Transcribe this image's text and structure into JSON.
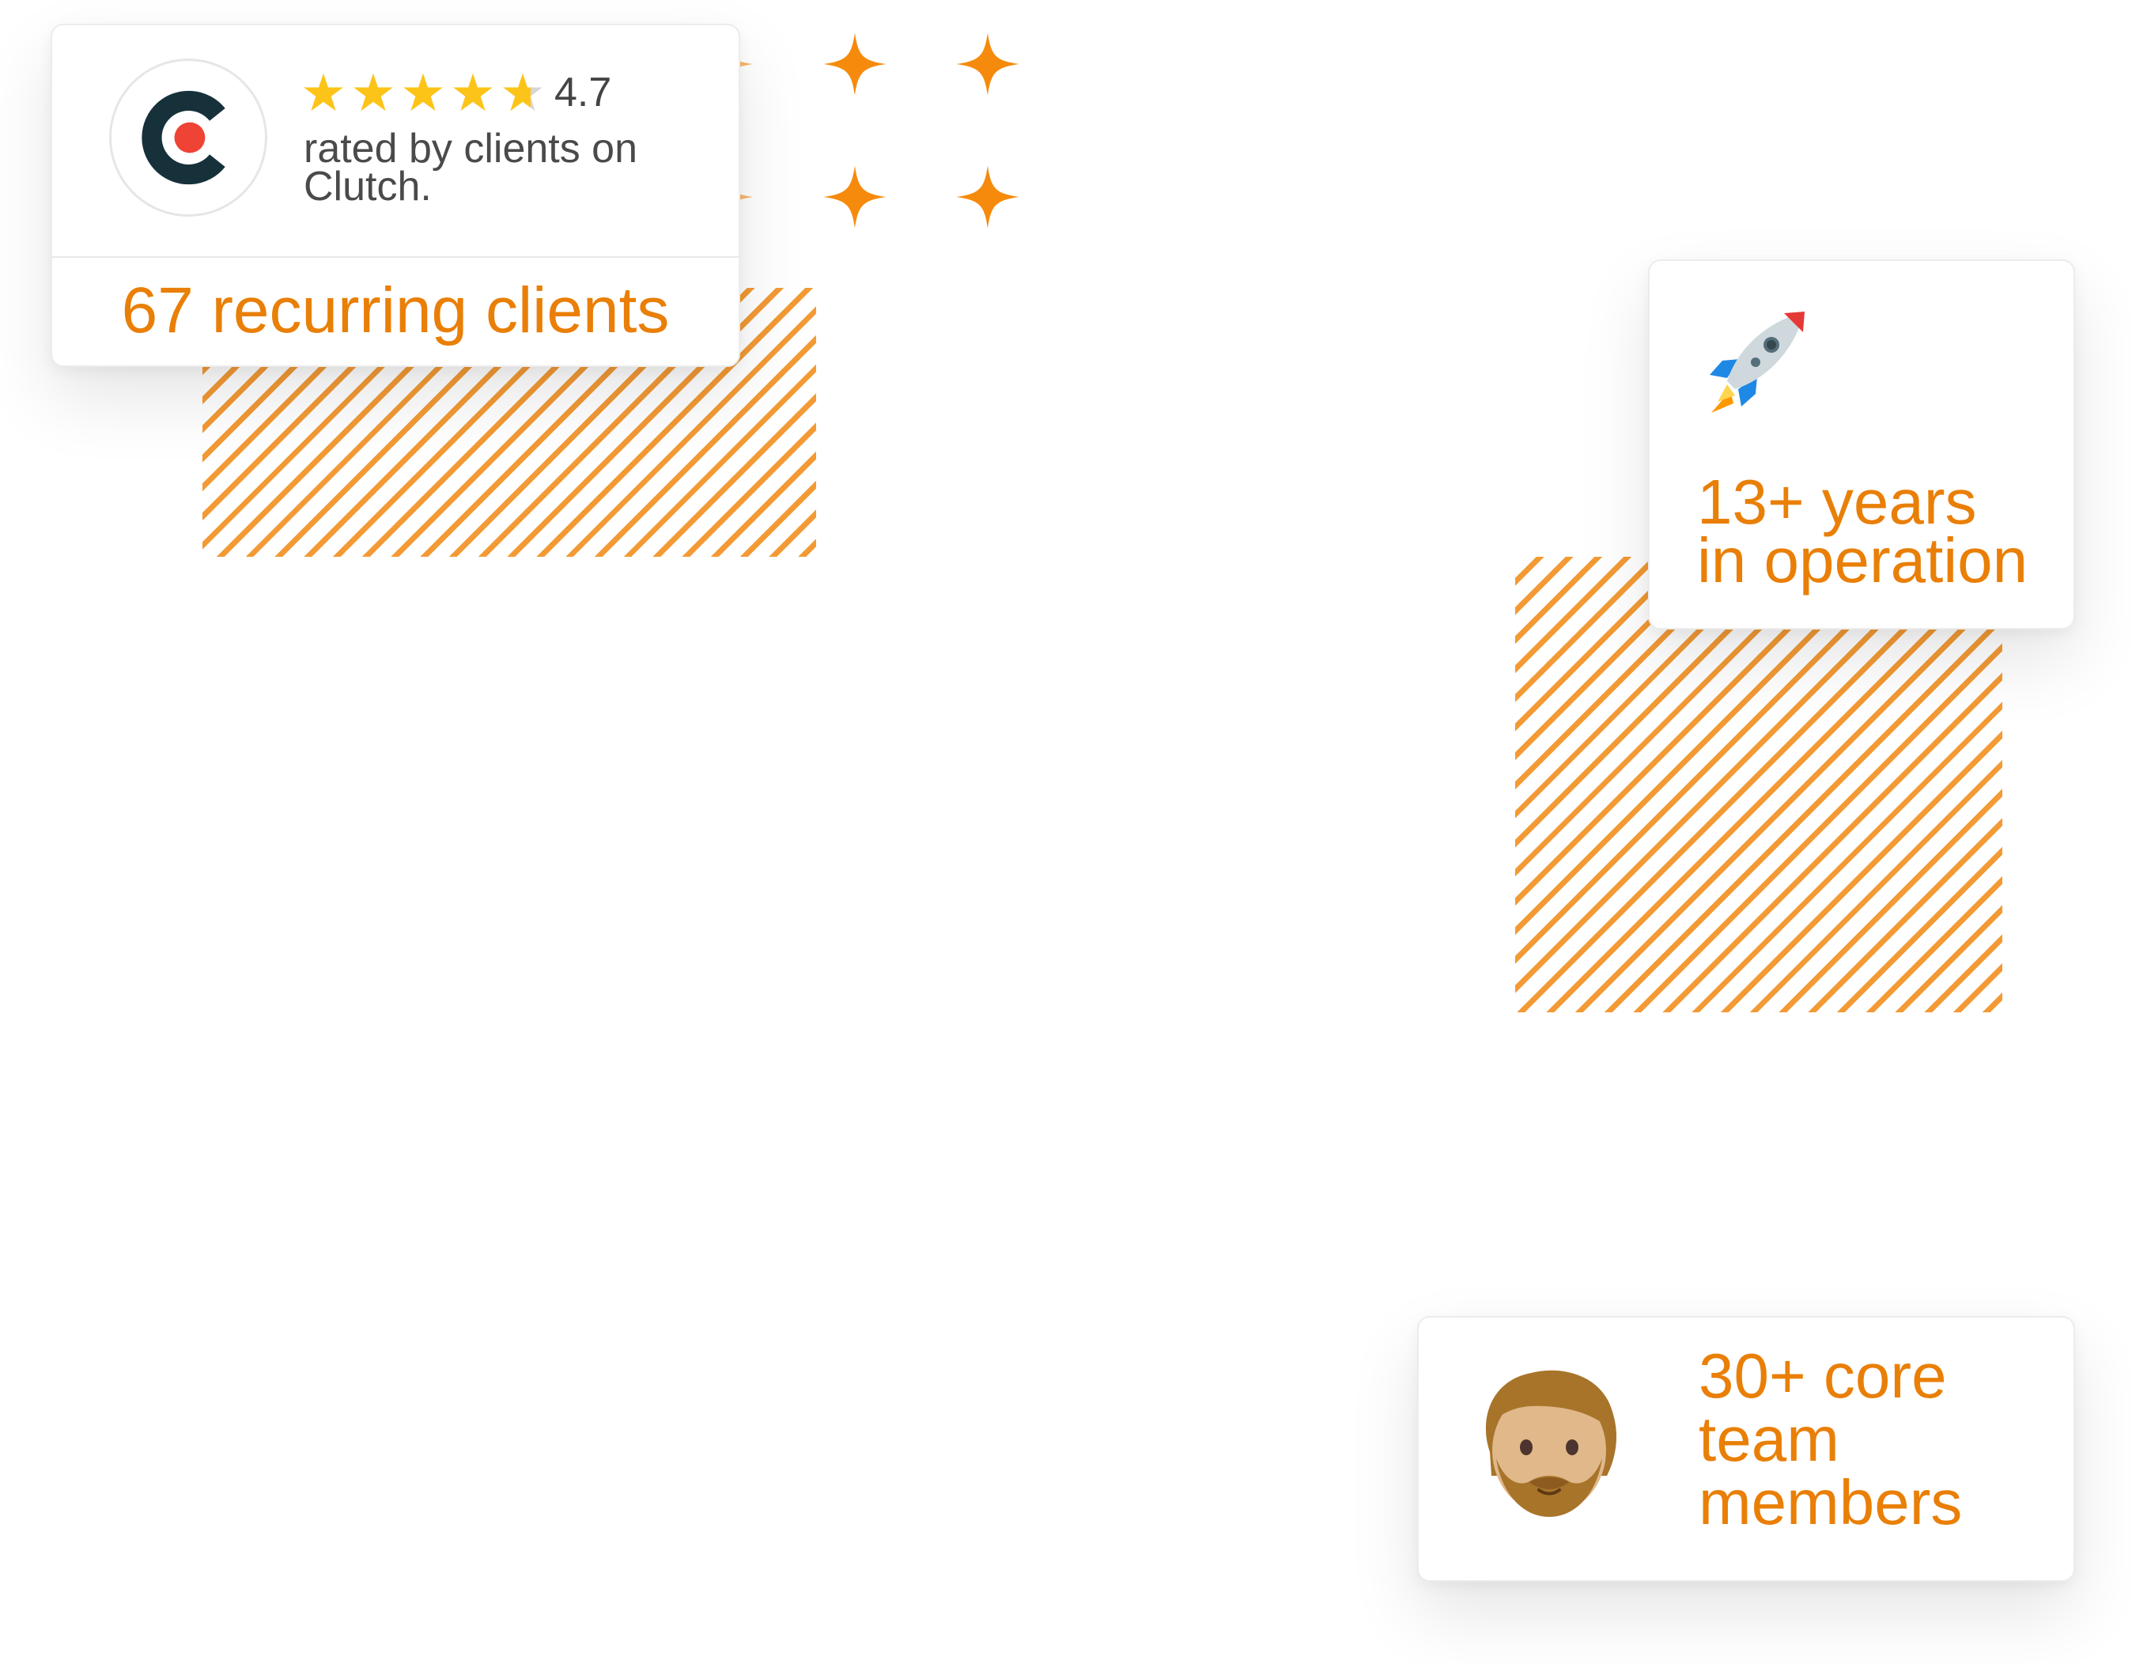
{
  "colors": {
    "accent": "#e97f07",
    "hatch": "#f39a35",
    "sparkle": "#f68a0c",
    "star_gold": "#fcc419",
    "clutch_dark": "#17313b",
    "clutch_red": "#ef4335"
  },
  "clutch_card": {
    "logo_icon": "clutch-logo",
    "stars_icon": "star-icon",
    "stars": 4.7,
    "rating": "4.7",
    "rated_text": "rated by clients on Clutch.",
    "recurring": "67 recurring clients"
  },
  "years_card": {
    "icon": "rocket-icon",
    "line1": "13+ years",
    "line2": "in operation"
  },
  "team_card": {
    "icon": "bearded-man-icon",
    "line1": "30+ core",
    "line2": "team",
    "line3": "members"
  }
}
